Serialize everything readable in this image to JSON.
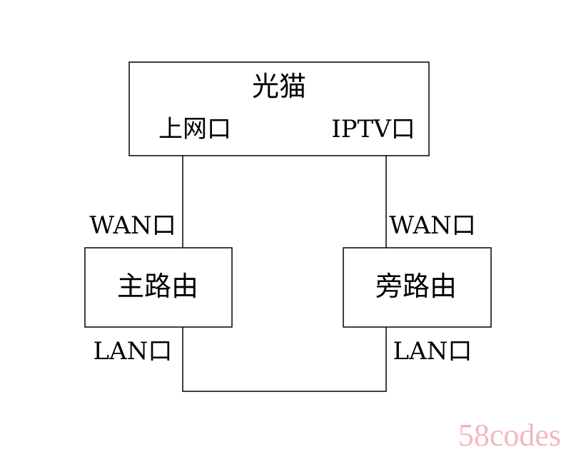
{
  "nodes": {
    "modem": {
      "title": "光猫",
      "port_left": "上网口",
      "port_right": "IPTV口"
    },
    "main_router": {
      "title": "主路由"
    },
    "side_router": {
      "title": "旁路由"
    }
  },
  "ports": {
    "main_wan": "WAN口",
    "side_wan": "WAN口",
    "main_lan": "LAN口",
    "side_lan": "LAN口"
  },
  "watermark": "58codes",
  "colors": {
    "line": "#000000",
    "watermark": "#f2b8bd"
  }
}
